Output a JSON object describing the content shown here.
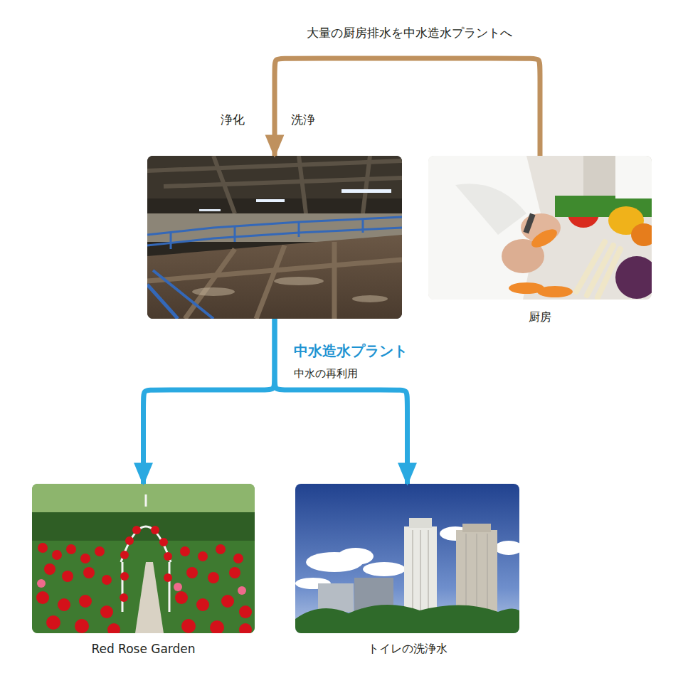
{
  "diagram": {
    "nodes": [
      {
        "text": [
          "中水造水プラント",
          "中水の再利用"
        ]
      },
      {
        "text": [
          "厨房"
        ]
      },
      {
        "text": [
          "Red Rose Garden"
        ]
      },
      {
        "text": [
          "トイレの洗浄水"
        ]
      }
    ],
    "edges": [
      {
        "from": 1,
        "to": 0,
        "arrow": "to",
        "label": "大量の厨房排水を中水造水プラントへ"
      },
      {
        "from": 0,
        "to": 2,
        "arrow": "to"
      },
      {
        "from": 0,
        "to": 3,
        "arrow": "to"
      }
    ],
    "labels": [
      "浄化",
      "洗浄"
    ]
  }
}
